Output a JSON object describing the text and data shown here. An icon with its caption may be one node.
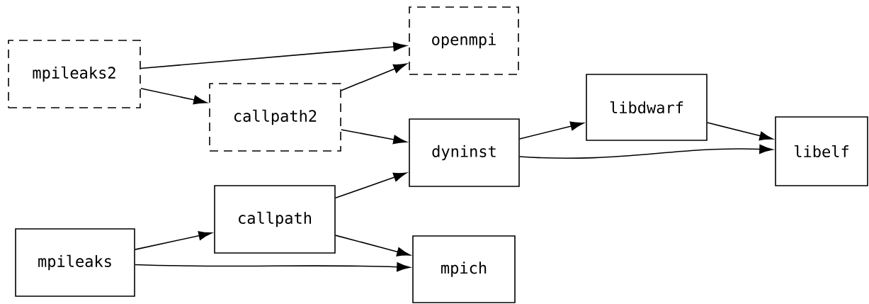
{
  "diagram": {
    "nodes": [
      {
        "text": [
          "mpileaks2"
        ]
      },
      {
        "text": [
          "openmpi"
        ]
      },
      {
        "text": [
          "callpath2"
        ]
      },
      {
        "text": [
          "dyninst"
        ]
      },
      {
        "text": [
          "libdwarf"
        ]
      },
      {
        "text": [
          "libelf"
        ]
      },
      {
        "text": [
          "callpath"
        ]
      },
      {
        "text": [
          "mpileaks"
        ]
      },
      {
        "text": [
          "mpich"
        ]
      }
    ],
    "edges": [
      {
        "from": 0,
        "to": 1,
        "arrow": "to"
      },
      {
        "from": 0,
        "to": 2,
        "arrow": "to"
      },
      {
        "from": 2,
        "to": 1,
        "arrow": "to"
      },
      {
        "from": 2,
        "to": 3,
        "arrow": "to"
      },
      {
        "from": 3,
        "to": 4,
        "arrow": "to"
      },
      {
        "from": 3,
        "to": 5,
        "arrow": "to"
      },
      {
        "from": 4,
        "to": 5,
        "arrow": "to"
      },
      {
        "from": 6,
        "to": 3,
        "arrow": "to"
      },
      {
        "from": 6,
        "to": 8,
        "arrow": "to"
      },
      {
        "from": 7,
        "to": 6,
        "arrow": "to"
      },
      {
        "from": 7,
        "to": 8,
        "arrow": "to"
      }
    ]
  }
}
